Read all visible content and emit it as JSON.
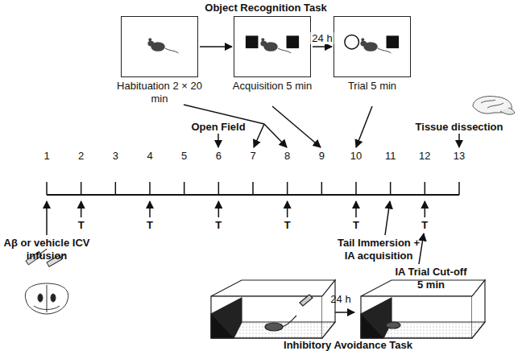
{
  "diagram": {
    "nodes": [
      {
        "text": [
          "Habituation 2 × 20 min"
        ]
      },
      {
        "text": [
          "Acquisition 5 min"
        ]
      },
      {
        "text": [
          "Trial 5 min"
        ]
      }
    ],
    "edges": [
      {
        "from": 0,
        "to": 1,
        "arrow": "to"
      },
      {
        "from": 1,
        "to": 2,
        "label": "24 h",
        "arrow": "to"
      }
    ],
    "labels": [
      "Object Recognition Task",
      "1",
      "2",
      "3",
      "4",
      "5",
      "6",
      "7",
      "8",
      "9",
      "10",
      "11",
      "12",
      "13",
      "Open Field",
      "Tissue dissection",
      "T",
      "T",
      "T",
      "T",
      "T",
      "T",
      "Aβ or vehicle ICV infusion",
      "Tail Immersion + IA acquisition",
      "IA Trial Cut-off 5 min",
      "24 h",
      "Inhibitory Avoidance Task"
    ]
  }
}
